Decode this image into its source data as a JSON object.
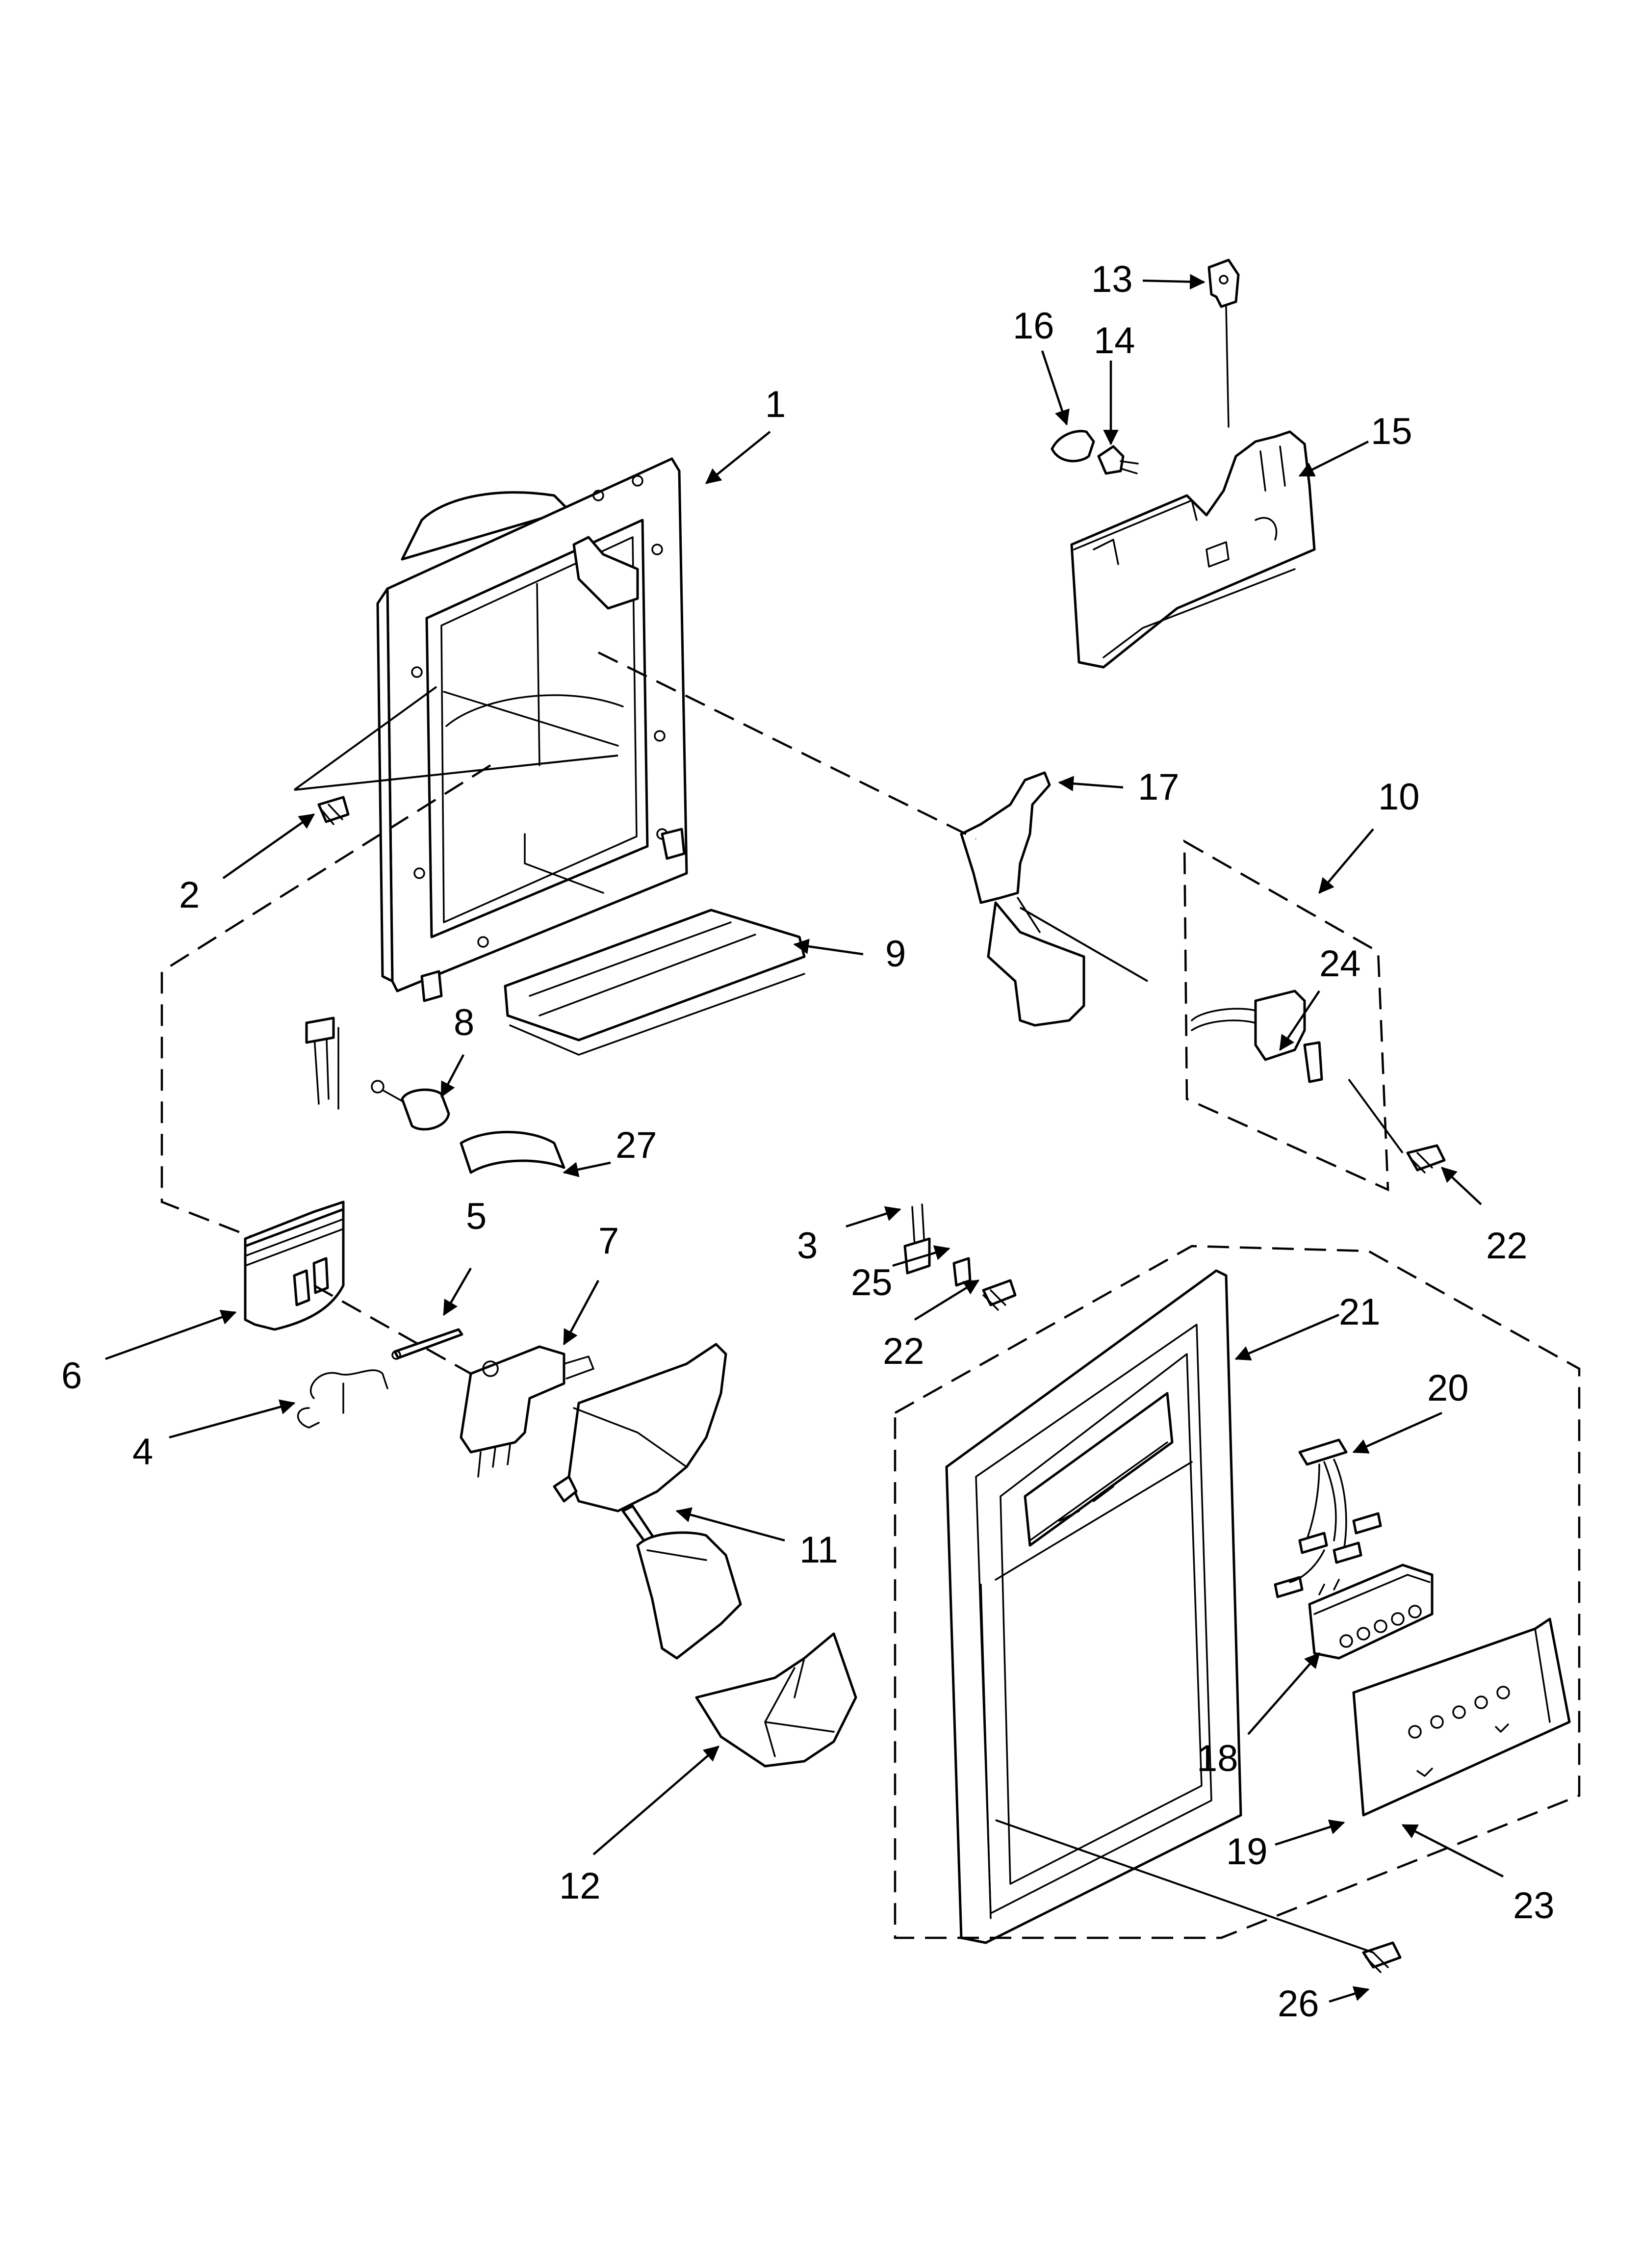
{
  "callouts": {
    "c1": "1",
    "c2": "2",
    "c3": "3",
    "c4": "4",
    "c5": "5",
    "c6": "6",
    "c7": "7",
    "c8": "8",
    "c9": "9",
    "c10": "10",
    "c11": "11",
    "c12": "12",
    "c13": "13",
    "c14": "14",
    "c15": "15",
    "c16": "16",
    "c17": "17",
    "c18": "18",
    "c19": "19",
    "c20": "20",
    "c21": "21",
    "c22a": "22",
    "c22b": "22",
    "c23": "23",
    "c24": "24",
    "c25": "25",
    "c26": "26",
    "c27": "27"
  }
}
